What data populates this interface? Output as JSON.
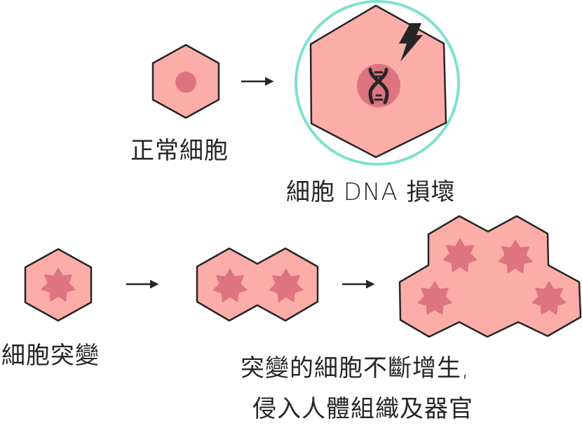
{
  "colors": {
    "cell_fill": "#FDADA8",
    "cell_stroke": "#262626",
    "nucleus": "#DE7480",
    "highlight_ring": "#7FE0CF",
    "icon_dark": "#262626",
    "text": "#262626"
  },
  "stages": {
    "normal": {
      "label": "正常細胞",
      "nucleus_icon": "nucleus-dot"
    },
    "damaged": {
      "label": "細胞 DNA 損壞",
      "nucleus_icon": "dna-icon",
      "damage_icon": "lightning-bolt-icon"
    },
    "mutated": {
      "label": "細胞突變",
      "nucleus_icon": "seven-point-star"
    },
    "proliferating": {
      "label_line1": "突變的細胞不斷增生,",
      "label_line2": "侵入人體組織及器官"
    }
  },
  "arrows": [
    {
      "from": "normal",
      "to": "damaged"
    },
    {
      "from": "mutated",
      "to": "dividing"
    },
    {
      "from": "dividing",
      "to": "proliferating"
    }
  ]
}
